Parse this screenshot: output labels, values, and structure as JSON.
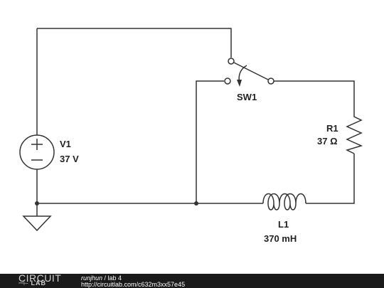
{
  "components": {
    "source": {
      "name": "V1",
      "value": "37 V"
    },
    "switch": {
      "name": "SW1"
    },
    "resistor": {
      "name": "R1",
      "value": "37 Ω"
    },
    "inductor": {
      "name": "L1",
      "value": "370 mH"
    }
  },
  "footer": {
    "logo_top": "CIRCUIT",
    "logo_bottom": "LAB",
    "author": "runjhun",
    "separator": " / ",
    "title": "lab 4",
    "url": "http://circuitlab.com/c632m3xx57e45"
  },
  "colors": {
    "wire": "#333333",
    "footer_bg": "#1a1a1a"
  }
}
